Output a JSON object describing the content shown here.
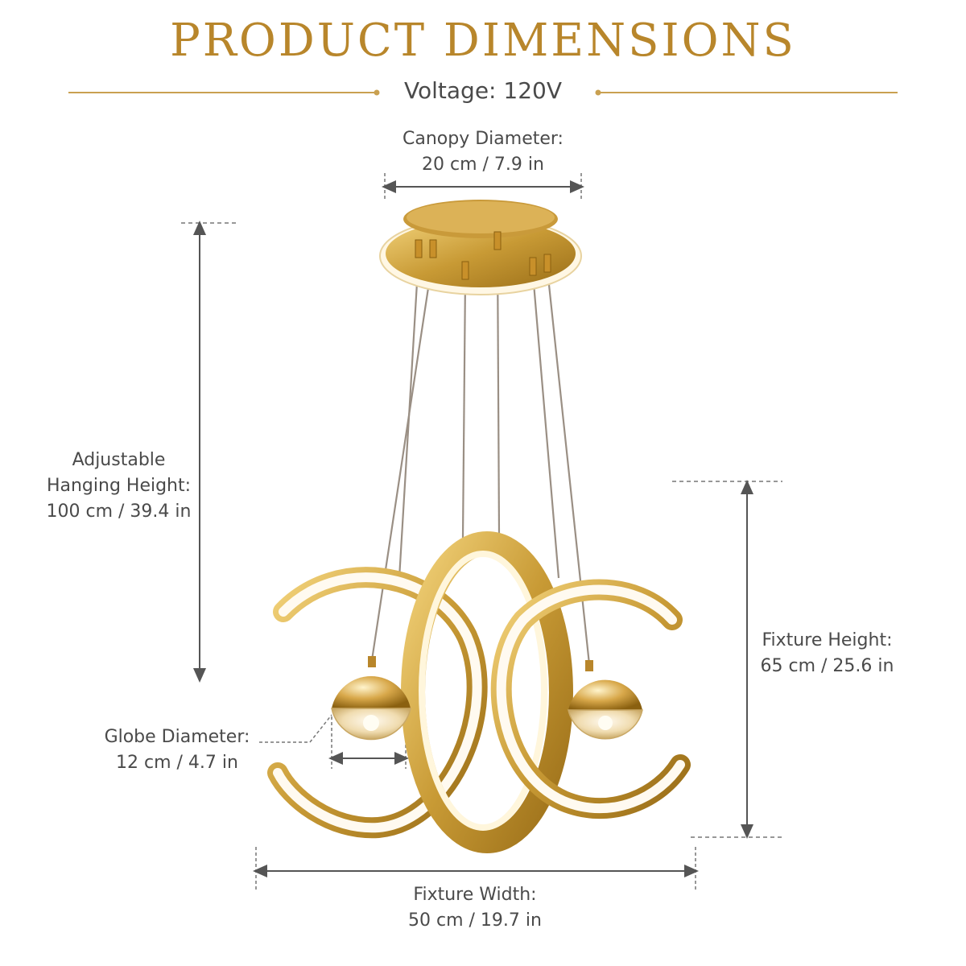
{
  "header": {
    "title": "PRODUCT DIMENSIONS",
    "voltage": "Voltage: 120V"
  },
  "dimensions": {
    "canopy": {
      "line1": "Canopy Diameter:",
      "line2": "20 cm / 7.9 in"
    },
    "hanging": {
      "line1": "Adjustable",
      "line2": "Hanging Height:",
      "line3": "100 cm / 39.4 in"
    },
    "fixture_height": {
      "line1": "Fixture Height:",
      "line2": "65 cm / 25.6 in"
    },
    "globe": {
      "line1": "Globe Diameter:",
      "line2": "12 cm / 4.7 in"
    },
    "fixture_width": {
      "line1": "Fixture Width:",
      "line2": "50 cm / 19.7 in"
    }
  },
  "colors": {
    "accent": "#b8862b",
    "gold_light": "#e7c46a",
    "gold_dark": "#a97c1f",
    "line": "#555555"
  }
}
